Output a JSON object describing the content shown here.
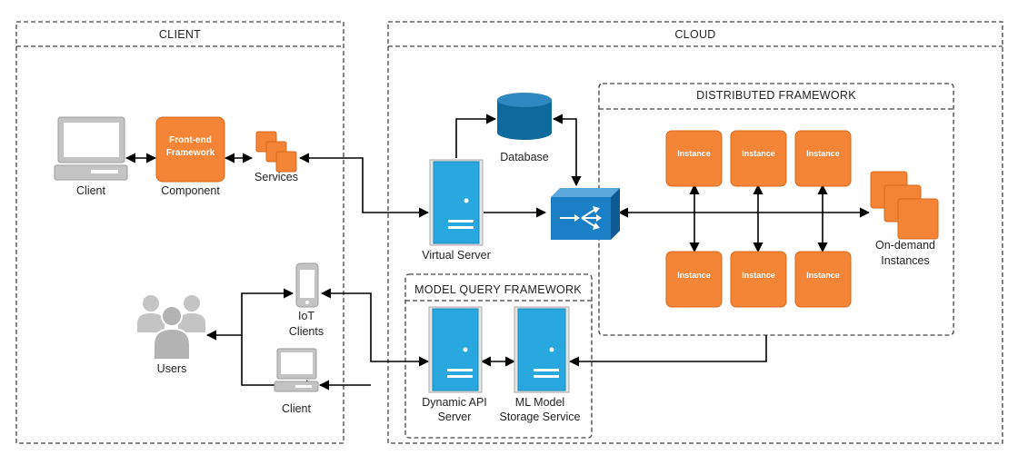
{
  "groups": {
    "client": "CLIENT",
    "cloud": "CLOUD",
    "distributed": "DISTRIBUTED FRAMEWORK",
    "model_query": "MODEL QUERY FRAMEWORK"
  },
  "nodes": {
    "client_top": "Client",
    "frontend_line1": "Front-end",
    "frontend_line2": "Framework",
    "component": "Component",
    "services": "Services",
    "database": "Database",
    "virtual_server": "Virtual Server",
    "users": "Users",
    "iot_line1": "IoT",
    "iot_line2": "Clients",
    "client_bottom": "Client",
    "dynamic_api_line1": "Dynamic API",
    "dynamic_api_line2": "Server",
    "ml_storage_line1": "ML Model",
    "ml_storage_line2": "Storage Service",
    "on_demand_line1": "On-demand",
    "on_demand_line2": "Instances"
  },
  "instances": [
    "Instance",
    "Instance",
    "Instance",
    "Instance",
    "Instance",
    "Instance"
  ],
  "colors": {
    "aws_orange": "#f58536",
    "server_blue": "#29a8e0",
    "database_blue": "#0e6a9c",
    "router_blue": "#1a7fc4",
    "device_grey": "#c4c4c4"
  }
}
